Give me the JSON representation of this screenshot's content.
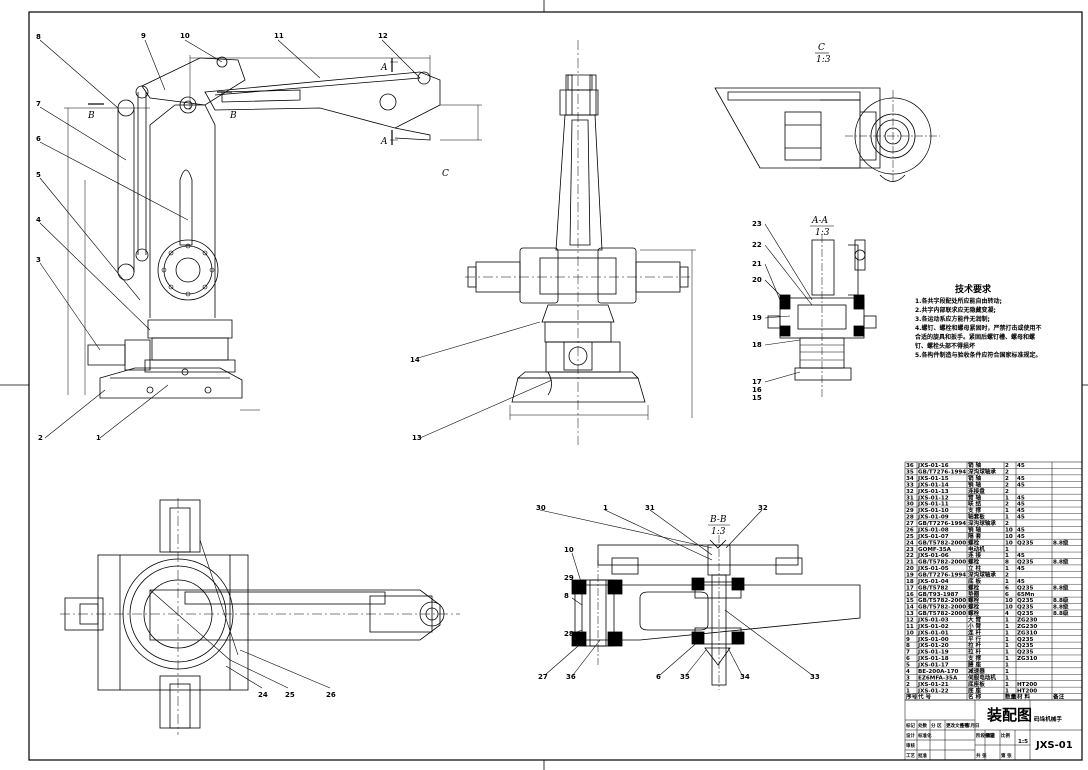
{
  "balloons": {
    "b1": "1",
    "b2": "2",
    "b3": "3",
    "b4": "4",
    "b5": "5",
    "b6": "6",
    "b7": "7",
    "b8": "8",
    "b9": "9",
    "b10": "10",
    "b11": "11",
    "b12": "12",
    "b13": "13",
    "b14": "14",
    "b15": "15",
    "b16": "16",
    "b17": "17",
    "b18": "18",
    "b19": "19",
    "b20": "20",
    "b21": "21",
    "b22": "22",
    "b23": "23",
    "b24": "24",
    "b25": "25",
    "b26": "26",
    "b27": "27",
    "b28": "28",
    "b29": "29",
    "b30": "30",
    "b31": "31",
    "b32": "32",
    "b33": "33",
    "b34": "34",
    "b35": "35",
    "b36": "36",
    "p6": "6",
    "p8": "8",
    "p10": "10",
    "p1": "1"
  },
  "sections": {
    "c_label": "C",
    "c_scale": "1:3",
    "aa_label": "A-A",
    "aa_scale": "1:3",
    "bb_label": "B-B",
    "bb_scale": "1:3",
    "a": "A",
    "b": "B",
    "c": "C"
  },
  "technical_requirements": {
    "title": "技术要求",
    "items": [
      "1.各共字段配处所应能自由转动;",
      "2.共字内部联求应无隐藏变凝;",
      "3.各运动系应方能件无润制;",
      "4.螺钉、螺栓和螺母紧固时，严禁打击或使用不",
      "  合适的旋具和扳手。紧固后螺钉槽、螺母和螺",
      "  钉、螺栓头部不得损坏",
      "5.各构件制造与验收条件应符合国家标准规定。"
    ]
  },
  "bom": {
    "rows": [
      [
        "36",
        "JXS-01-16",
        "销 轴",
        "2",
        "45",
        ""
      ],
      [
        "35",
        "GB/T7276-1994",
        "深沟球轴承",
        "2",
        "",
        ""
      ],
      [
        "34",
        "JXS-01-15",
        "销 轴",
        "2",
        "45",
        ""
      ],
      [
        "33",
        "JXS-01-14",
        "销 轴",
        "2",
        "45",
        ""
      ],
      [
        "32",
        "JXS-01-13",
        "连接盘",
        "2",
        "",
        ""
      ],
      [
        "31",
        "JXS-01-12",
        "臂 轴",
        "1",
        "45",
        ""
      ],
      [
        "30",
        "JXS-01-11",
        "联 结",
        "2",
        "45",
        ""
      ],
      [
        "29",
        "JXS-01-10",
        "支 撑",
        "1",
        "45",
        ""
      ],
      [
        "28",
        "JXS-01-09",
        "轴套板",
        "1",
        "45",
        ""
      ],
      [
        "27",
        "GB/T7276-1994",
        "深沟球轴承",
        "2",
        "",
        ""
      ],
      [
        "26",
        "JXS-01-08",
        "销 轴",
        "10",
        "45",
        ""
      ],
      [
        "25",
        "JXS-01-07",
        "隔 套",
        "10",
        "45",
        ""
      ],
      [
        "24",
        "GB/T5782-2000",
        "螺栓",
        "10",
        "Q235",
        "8.8级"
      ],
      [
        "23",
        "GOMF-35A",
        "电动机",
        "1",
        "",
        ""
      ],
      [
        "22",
        "JXS-01-06",
        "连 接",
        "1",
        "45",
        ""
      ],
      [
        "21",
        "GB/T5782-2000",
        "螺栓",
        "8",
        "Q235",
        "8.8级"
      ],
      [
        "20",
        "JXS-01-05",
        "立 柱",
        "1",
        "45",
        ""
      ],
      [
        "19",
        "GB/T7276-1994",
        "深沟球轴承",
        "2",
        "",
        ""
      ],
      [
        "18",
        "JXS-01-04",
        "底 板",
        "1",
        "45",
        ""
      ],
      [
        "17",
        "GB/T5782",
        "螺栓",
        "6",
        "Q235",
        "8.8级"
      ],
      [
        "16",
        "GB/T93-1987",
        "垫圈",
        "6",
        "65Mn",
        ""
      ],
      [
        "15",
        "GB/T5782-2000",
        "螺栓",
        "10",
        "Q235",
        "8.8级"
      ],
      [
        "14",
        "GB/T5782-2000",
        "螺栓",
        "10",
        "Q235",
        "8.8级"
      ],
      [
        "13",
        "GB/T5782-2000",
        "螺栓",
        "4",
        "Q235",
        "8.8级"
      ],
      [
        "12",
        "JXS-01-03",
        "大 臂",
        "1",
        "ZG230",
        ""
      ],
      [
        "11",
        "JXS-01-02",
        "小 臂",
        "1",
        "ZG230",
        ""
      ],
      [
        "10",
        "JXS-01-01",
        "连 杆",
        "1",
        "ZG310",
        ""
      ],
      [
        "9",
        "JXS-01-00",
        "平 行",
        "1",
        "Q235",
        ""
      ],
      [
        "8",
        "JXS-01-20",
        "拉 杆",
        "1",
        "Q235",
        ""
      ],
      [
        "7",
        "JXS-01-19",
        "拉 杆",
        "1",
        "Q235",
        ""
      ],
      [
        "6",
        "JXS-01-18",
        "支 撑",
        "1",
        "ZG310",
        ""
      ],
      [
        "5",
        "JXS-01-17",
        "腰 座",
        "1",
        "",
        ""
      ],
      [
        "4",
        "BE-200A-170",
        "减速器",
        "1",
        "",
        ""
      ],
      [
        "3",
        "EZ6MFA-35A",
        "伺服电动机",
        "1",
        "",
        ""
      ],
      [
        "2",
        "JXS-01-21",
        "底座板",
        "1",
        "HT200",
        ""
      ],
      [
        "1",
        "JXS-01-22",
        "底 座",
        "1",
        "HT200",
        ""
      ]
    ],
    "header": [
      "序号",
      "代 号",
      "名 称",
      "数量",
      "材 料",
      "备注"
    ]
  },
  "title_block": {
    "drawing_title": "装配图",
    "product_name": "码垛机械手",
    "drawing_no": "JXS-01",
    "scale": "1:5",
    "small_labels": [
      "标记",
      "处数",
      "分 区",
      "更改文件号",
      "签名",
      "年月日",
      "设计",
      "标准化",
      "阶段标记",
      "重量",
      "比例",
      "审核",
      "工艺",
      "批准",
      "共 张",
      "第 张"
    ]
  },
  "colors": {
    "line": "#000000",
    "paper": "#ffffff"
  }
}
